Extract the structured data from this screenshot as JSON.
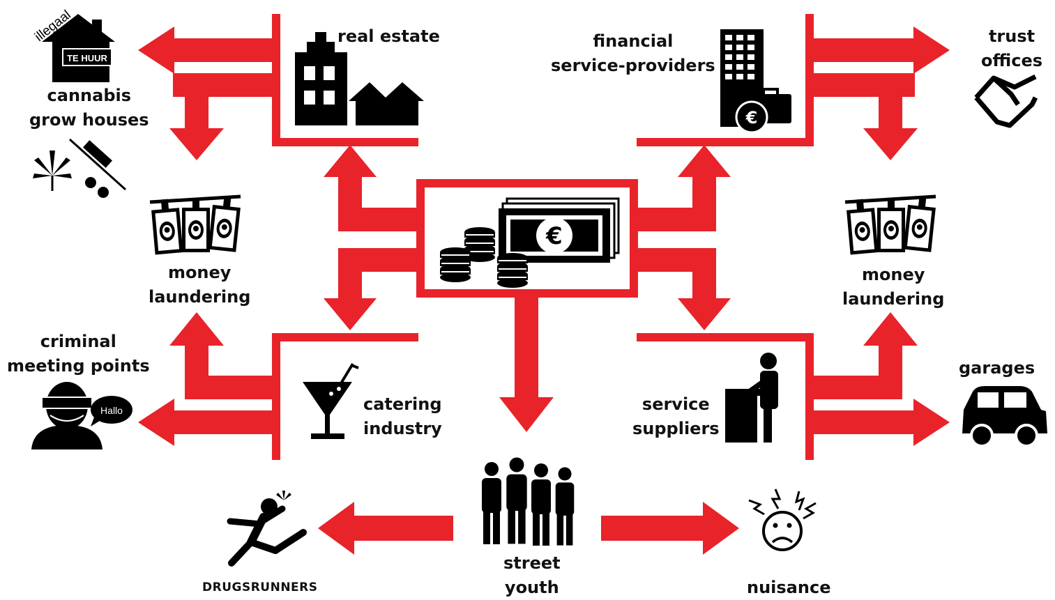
{
  "colors": {
    "accent": "#e8232a",
    "ink": "#000000",
    "paper": "#ffffff"
  },
  "house": {
    "badge": "TE HUUR",
    "tag": "illegaal"
  },
  "speech_bubble": "Hallo",
  "labels": {
    "real_estate": {
      "line1": "real estate"
    },
    "financial": {
      "line1": "financial",
      "line2": "service-providers"
    },
    "trust": {
      "line1": "trust",
      "line2": "offices"
    },
    "cannabis": {
      "line1": "cannabis",
      "line2": "grow houses"
    },
    "laundering_left": {
      "line1": "money",
      "line2": "laundering"
    },
    "laundering_right": {
      "line1": "money",
      "line2": "laundering"
    },
    "criminal": {
      "line1": "criminal",
      "line2": "meeting points"
    },
    "catering": {
      "line1": "catering",
      "line2": "industry"
    },
    "service": {
      "line1": "service",
      "line2": "suppliers"
    },
    "garages": {
      "line1": "garages"
    },
    "street_youth": {
      "line1": "street",
      "line2": "youth"
    },
    "drugsrunners": {
      "line1": "DRUGSRUNNERS"
    },
    "nuisance": {
      "line1": "nuisance"
    }
  },
  "icons": [
    "illegal-house-icon",
    "apartment-buildings-icon",
    "office-tower-icon",
    "handshake-icon",
    "cannabis-syringe-pills-icon",
    "laundered-money-icon",
    "cash-coins-icon",
    "burglar-icon",
    "cocktail-icon",
    "bartender-icon",
    "car-icon",
    "street-youth-group-icon",
    "running-man-icon",
    "annoyed-face-icon"
  ]
}
